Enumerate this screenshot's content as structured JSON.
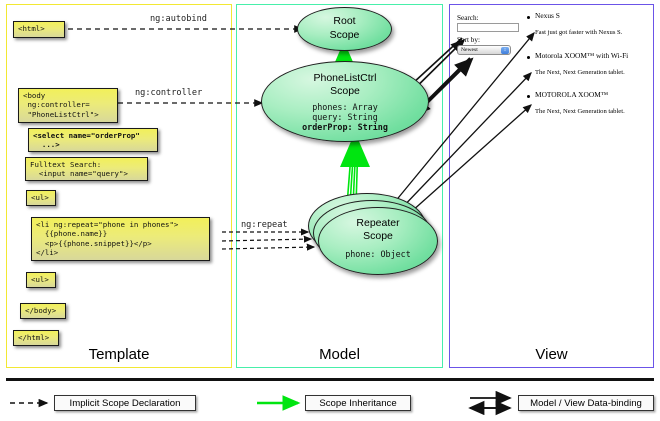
{
  "panels": [
    {
      "id": "template",
      "label": "Template",
      "border_color": "#f2e833"
    },
    {
      "id": "model",
      "label": "Model",
      "border_color": "#47efaa"
    },
    {
      "id": "view",
      "label": "View",
      "border_color": "#6b54e8"
    }
  ],
  "template": {
    "boxes": [
      {
        "name": "html-open-tag",
        "text": "<html>",
        "bold": false
      },
      {
        "name": "body-controller",
        "text": "<body\n ng:controller=\n \"PhoneListCtrl\">",
        "bold": false
      },
      {
        "name": "select-orderprop",
        "text": "<select name=\"orderProp\"\n  ...>",
        "bold": true
      },
      {
        "name": "fulltext-search",
        "text": "Fulltext Search:\n  <input name=\"query\">",
        "bold": false
      },
      {
        "name": "ul-open-tag",
        "text": "<ul>",
        "bold": false
      },
      {
        "name": "li-ng-repeat",
        "text": "<li ng:repeat=\"phone in phones\">\n  {{phone.name}}\n  <p>{{phone.snippet}}</p>\n</li>",
        "bold": false
      },
      {
        "name": "ul-close-tag",
        "text": "<ul>",
        "bold": false
      },
      {
        "name": "body-close-tag",
        "text": "</body>",
        "bold": false
      },
      {
        "name": "html-close-tag",
        "text": "</html>",
        "bold": false
      }
    ]
  },
  "connectors": {
    "autobind": "ng:autobind",
    "controller": "ng:controller",
    "repeat": "ng:repeat"
  },
  "model": {
    "scopes": [
      {
        "name": "root-scope",
        "title_line1": "Root",
        "title_line2": "Scope",
        "props": []
      },
      {
        "name": "phonelistctrl-scope",
        "title_line1": "PhoneListCtrl",
        "title_line2": "Scope",
        "props": [
          {
            "text": "phones: Array",
            "bold": false
          },
          {
            "text": "query: String",
            "bold": false
          },
          {
            "text": "orderProp: String",
            "bold": true
          }
        ]
      },
      {
        "name": "repeater-scope",
        "title_line1": "Repeater",
        "title_line2": "Scope",
        "props": [
          {
            "text": "phone: Object",
            "bold": false
          }
        ]
      }
    ]
  },
  "view": {
    "search_label": "Search:",
    "search_value": "",
    "sort_label": "Sort by:",
    "sort_selected": "Newest",
    "phones": [
      {
        "name": "Nexus S",
        "snippet": "Fast just got faster with Nexus S."
      },
      {
        "name": "Motorola XOOM™ with Wi-Fi",
        "snippet": "The Next, Next Generation tablet."
      },
      {
        "name": "MOTOROLA XOOM™",
        "snippet": "The Next, Next Generation tablet."
      }
    ]
  },
  "legend": [
    {
      "name": "implicit-scope-declaration",
      "label": "Implicit Scope Declaration",
      "style": "dashed-arrow",
      "color": "#111111"
    },
    {
      "name": "scope-inheritance",
      "label": "Scope Inheritance",
      "style": "solid-arrow",
      "color": "#00e510"
    },
    {
      "name": "model-view-data-binding",
      "label": "Model / View Data-binding",
      "style": "double-arrow",
      "color": "#111111"
    }
  ],
  "colors": {
    "code_box_fill": "#eceb7a",
    "scope_fill": "#8ee6b2",
    "inheritance_arrow": "#00e510",
    "template_border": "#f2e833",
    "model_border": "#47efaa",
    "view_border": "#6b54e8"
  }
}
